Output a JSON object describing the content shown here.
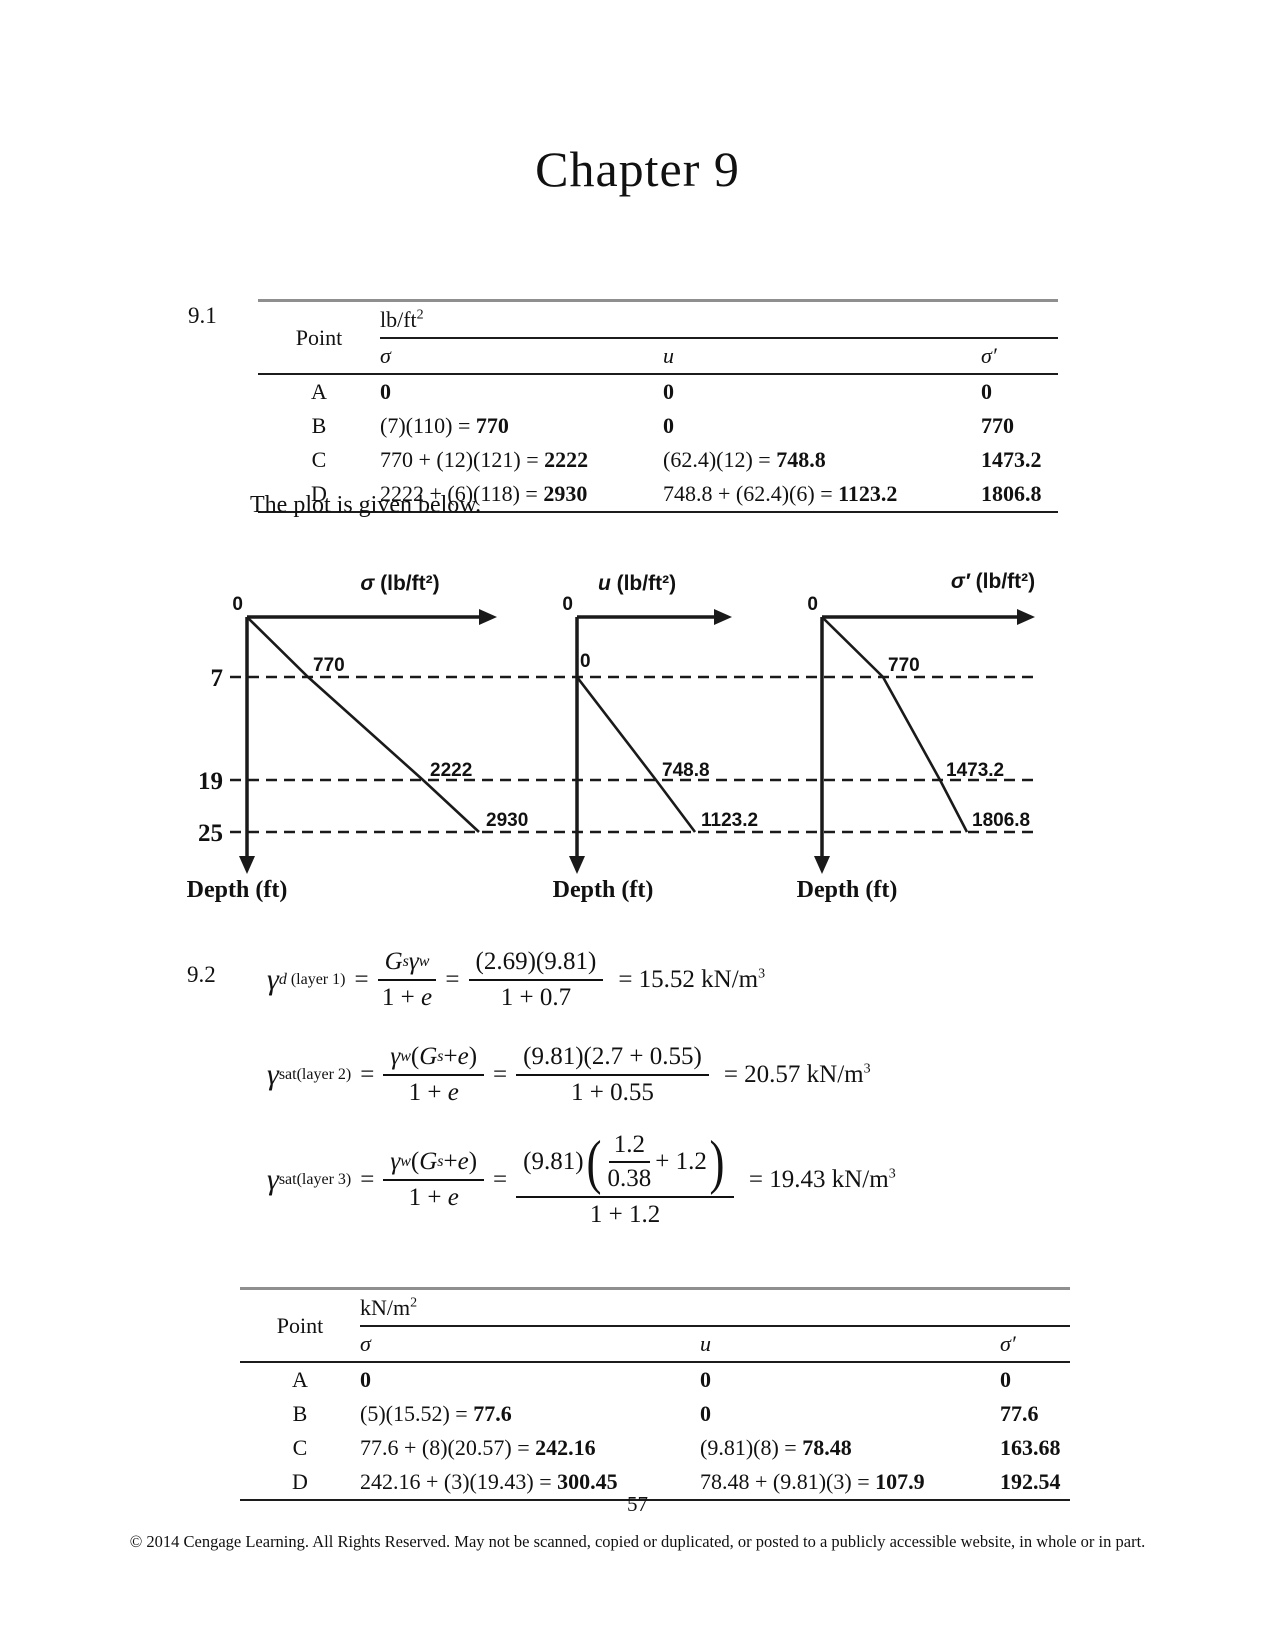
{
  "page": {
    "title": "Chapter 9",
    "page_number": "57",
    "copyright": "© 2014 Cengage Learning. All Rights Reserved. May not be scanned, copied or duplicated, or posted to a publicly accessible website, in whole or in part."
  },
  "p91": {
    "label": "9.1",
    "caption": "The plot is given below.",
    "table": {
      "point": "Point",
      "unit": "lb/ft",
      "unit_sup": "2",
      "h_sigma": "σ",
      "h_u": "u",
      "h_sigmap": "σ′",
      "rows": [
        {
          "pt": "A",
          "se": "",
          "sv": "0",
          "ue": "",
          "uv": "0",
          "spv": "0"
        },
        {
          "pt": "B",
          "se": "(7)(110) = ",
          "sv": "770",
          "ue": "",
          "uv": "0",
          "spv": "770"
        },
        {
          "pt": "C",
          "se": "770 + (12)(121) = ",
          "sv": "2222",
          "ue": "(62.4)(12) = ",
          "uv": "748.8",
          "spv": "1473.2"
        },
        {
          "pt": "D",
          "se": "2222 + (6)(118) = ",
          "sv": "2930",
          "ue": "748.8 + (62.4)(6) = ",
          "uv": "1123.2",
          "spv": "1806.8"
        }
      ]
    }
  },
  "charts": {
    "depth_label": "Depth (ft)",
    "ticks": {
      "d7": "7",
      "d19": "19",
      "d25": "25"
    },
    "sigma": {
      "sym": "σ",
      "unit": " (lb/ft²)",
      "o": "0",
      "l1": "770",
      "l2": "2222",
      "l3": "2930"
    },
    "u": {
      "sym": "u",
      "unit": " (lb/ft²)",
      "o": "0",
      "z": "0",
      "l1": "748.8",
      "l2": "1123.2"
    },
    "sigmap": {
      "sym": "σ′",
      "unit": " (lb/ft²)",
      "o": "0",
      "l1": "770",
      "l2": "1473.2",
      "l3": "1806.8"
    }
  },
  "chart_data": [
    {
      "type": "line",
      "title": "σ (lb/ft²)",
      "xlabel": "σ (lb/ft²)",
      "ylabel": "Depth (ft)",
      "x": [
        0,
        770,
        2222,
        2930
      ],
      "y": [
        0,
        7,
        19,
        25
      ],
      "depth_ticks": [
        7,
        19,
        25
      ],
      "annotations": [
        "770",
        "2222",
        "2930"
      ],
      "y_inverted": true,
      "grid": "dashed horizontal at depths 7, 19, 25"
    },
    {
      "type": "line",
      "title": "u (lb/ft²)",
      "xlabel": "u (lb/ft²)",
      "ylabel": "Depth (ft)",
      "x": [
        0,
        0,
        748.8,
        1123.2
      ],
      "y": [
        0,
        7,
        19,
        25
      ],
      "depth_ticks": [
        7,
        19,
        25
      ],
      "annotations": [
        "0",
        "748.8",
        "1123.2"
      ],
      "y_inverted": true,
      "grid": "dashed horizontal at depths 7, 19, 25"
    },
    {
      "type": "line",
      "title": "σ′ (lb/ft²)",
      "xlabel": "σ′ (lb/ft²)",
      "ylabel": "Depth (ft)",
      "x": [
        0,
        770,
        1473.2,
        1806.8
      ],
      "y": [
        0,
        7,
        19,
        25
      ],
      "depth_ticks": [
        7,
        19,
        25
      ],
      "annotations": [
        "770",
        "1473.2",
        "1806.8"
      ],
      "y_inverted": true,
      "grid": "dashed horizontal at depths 7, 19, 25"
    }
  ],
  "p92": {
    "label": "9.2",
    "eq1": {
      "sym": "γ",
      "sub_it": "d",
      "sub_txt": " (layer 1)",
      "eq_a": "=",
      "n_v1": "G",
      "n_s1": "s",
      "n_v2": "γ",
      "n_s2": "w",
      "d_pre": "1 + ",
      "d_e": "e",
      "eq_b": "=",
      "num2": "(2.69)(9.81)",
      "den2": "1 + 0.7",
      "res": "= 15.52 kN/m",
      "res_sup": "3"
    },
    "eq2": {
      "sym": "γ",
      "sub_txt": "sat(layer 2)",
      "eq_a": "=",
      "sn_g": "γ",
      "sn_w": "w",
      "sn_p1": "(",
      "sn_G": "G",
      "sn_s": "s",
      "sn_plus": " + ",
      "sn_e": "e",
      "sn_p2": ")",
      "d_pre": "1 + ",
      "d_e": "e",
      "eq_b": "=",
      "num2": "(9.81)(2.7 + 0.55)",
      "den2": "1 + 0.55",
      "res": "= 20.57 kN/m",
      "res_sup": "3"
    },
    "eq3": {
      "sym": "γ",
      "sub_txt": "sat(layer 3)",
      "eq_a": "=",
      "sn_g": "γ",
      "sn_w": "w",
      "sn_p1": "(",
      "sn_G": "G",
      "sn_s": "s",
      "sn_plus": " + ",
      "sn_e": "e",
      "sn_p2": ")",
      "d_pre": "1 + ",
      "d_e": "e",
      "eq_b": "=",
      "pre": "(9.81)",
      "inner_n": "1.2",
      "inner_d": "0.38",
      "inner_plus": " + 1.2",
      "den2": "1 + 1.2",
      "res": "= 19.43 kN/m",
      "res_sup": "3"
    },
    "table": {
      "point": "Point",
      "unit": "kN/m",
      "unit_sup": "2",
      "h_sigma": "σ",
      "h_u": "u",
      "h_sigmap": "σ′",
      "rows": [
        {
          "pt": "A",
          "se": "",
          "sv": "0",
          "ue": "",
          "uv": "0",
          "spv": "0"
        },
        {
          "pt": "B",
          "se": "(5)(15.52) = ",
          "sv": "77.6",
          "ue": "",
          "uv": "0",
          "spv": "77.6"
        },
        {
          "pt": "C",
          "se": "77.6 + (8)(20.57) = ",
          "sv": "242.16",
          "ue": "(9.81)(8) = ",
          "uv": "78.48",
          "spv": "163.68"
        },
        {
          "pt": "D",
          "se": "242.16 + (3)(19.43) = ",
          "sv": "300.45",
          "ue": "78.48 + (9.81)(3) = ",
          "uv": "107.9",
          "spv": "192.54"
        }
      ]
    }
  }
}
